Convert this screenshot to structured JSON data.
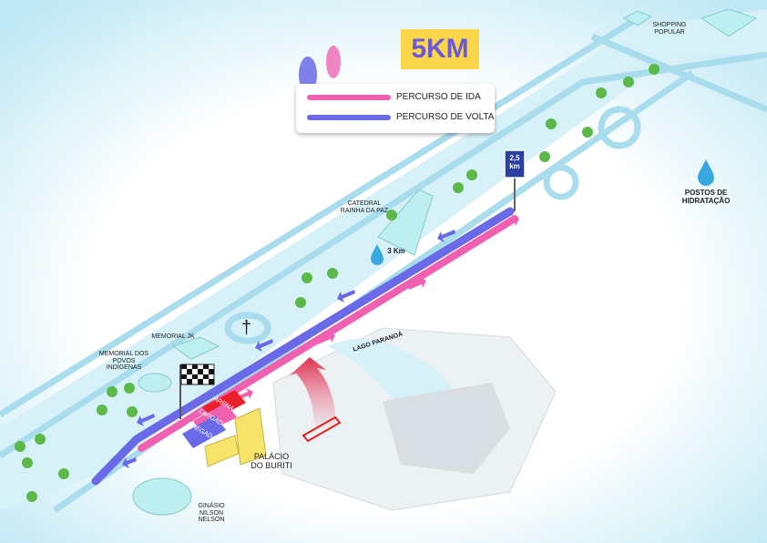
{
  "title": "5KM",
  "legend": [
    {
      "label": "PERCURSO DE IDA",
      "color": "#f060b0"
    },
    {
      "label": "PERCURSO DE VOLTA",
      "color": "#6a6ae8"
    }
  ],
  "colors": {
    "background": "#cdeef6",
    "roads": "#a9dcec",
    "title_bg": "#fbd64a"
  },
  "places": {
    "shopping": "SHOPPING POPULAR",
    "hydration": "POSTOS DE HIDRATAÇÃO",
    "km_sign": "2,5 km",
    "catedral": "CATEDRAL RAINHA DA PAZ",
    "water_km": "3 Km",
    "memorial_jk": "MEMORIAL JK",
    "memorial_indigenas": "MEMORIAL DOS POVOS INDÍGENAS",
    "arena": "ARENA",
    "largada": "LARGADA",
    "chegada": "CHEGADA",
    "palacio": "PALÁCIO DO BURITI",
    "lago": "LAGO PARANOÁ",
    "ginasio": "GINÁSIO NILSON NELSON"
  }
}
